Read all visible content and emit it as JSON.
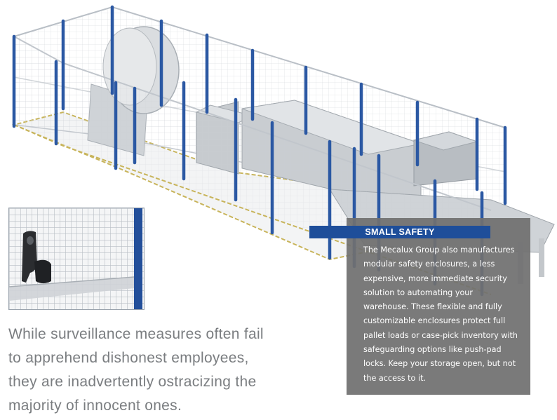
{
  "sidebar": {
    "title": "SMALL SAFETY",
    "body": "The Mecalux Group also manufactures\nmodular safety enclosures, a less\nexpensive, more immediate security\nsolution to automating your\nwarehouse. These flexible and fully\ncustomizable enclosures protect full\npallet loads or case-pick inventory with\nsafeguarding options like push-pad\nlocks. Keep your storage open, but not\nthe access to it."
  },
  "quote": {
    "text": "While surveillance measures often fail\nto apprehend dishonest employees,\nthey are inadvertently ostracizing the\nmajority of innocent ones."
  },
  "colors": {
    "accent_blue": "#1e4e9a",
    "sidebar_gray": "#707070",
    "quote_gray": "#7a7d80"
  }
}
